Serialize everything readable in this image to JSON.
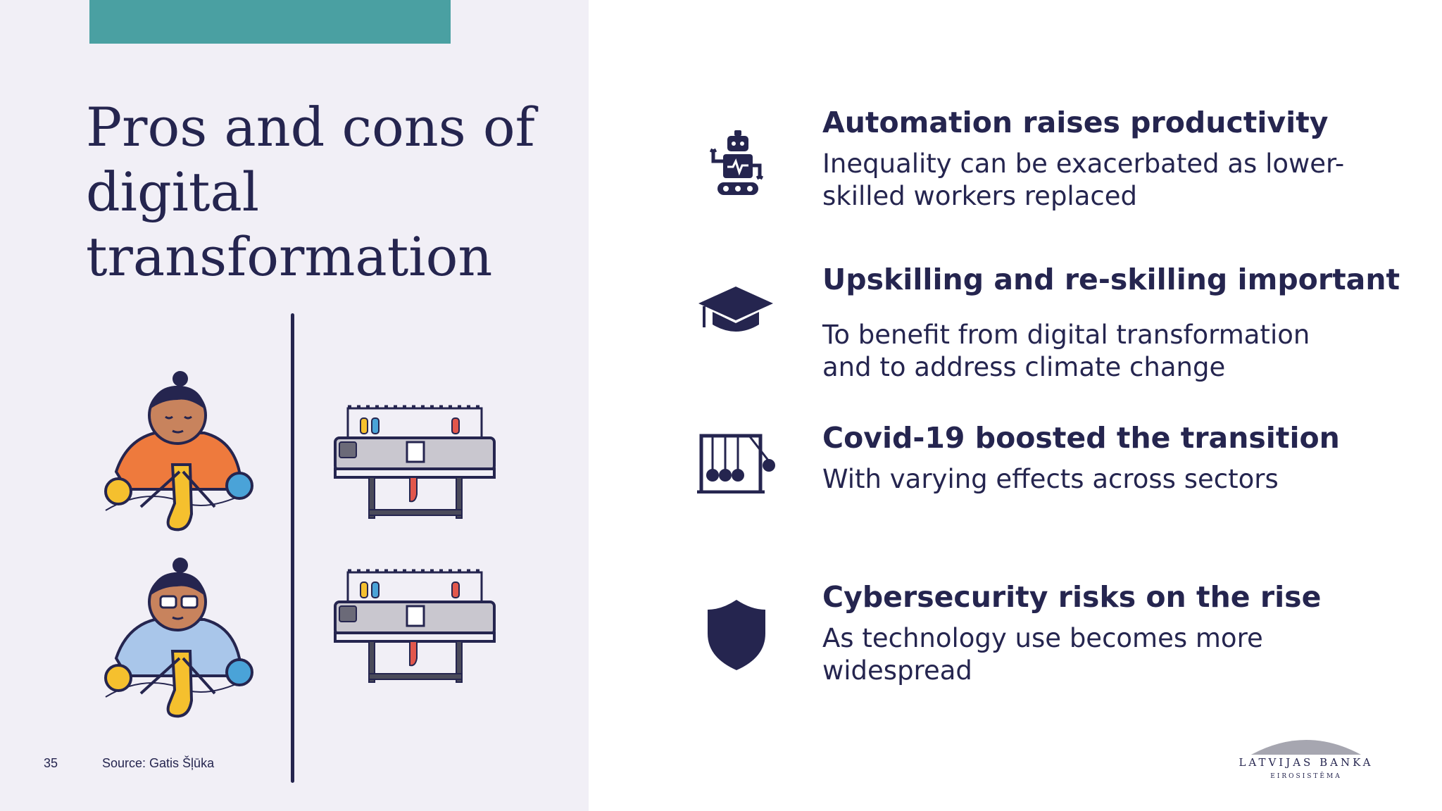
{
  "slide": {
    "title": "Pros and cons of digital transformation",
    "page_number": "35",
    "source": "Source: Gatis Šļūka"
  },
  "items": [
    {
      "icon": "robot-icon",
      "heading": "Automation raises productivity",
      "text": "Inequality can be exacerbated as lower-\nskilled workers replaced"
    },
    {
      "icon": "graduation-cap-icon",
      "heading": "Upskilling and re-skilling important",
      "text": "To benefit from digital transformation\nand to address climate change"
    },
    {
      "icon": "newtons-cradle-icon",
      "heading": "Covid-19 boosted the transition",
      "text": "With varying effects across sectors"
    },
    {
      "icon": "shield-icon",
      "heading": "Cybersecurity risks on the rise",
      "text": "As technology use becomes more\nwidespread"
    }
  ],
  "logo": {
    "name": "LATVIJAS BANKA",
    "subtitle": "EIROSISTĒMA"
  },
  "colors": {
    "navy": "#25254f",
    "teal": "#4aa0a2",
    "panel": "#f1eff6",
    "orange": "#ee7a3d",
    "yellow": "#f5c02e",
    "blue": "#4aa3d8",
    "red": "#e2574c"
  }
}
